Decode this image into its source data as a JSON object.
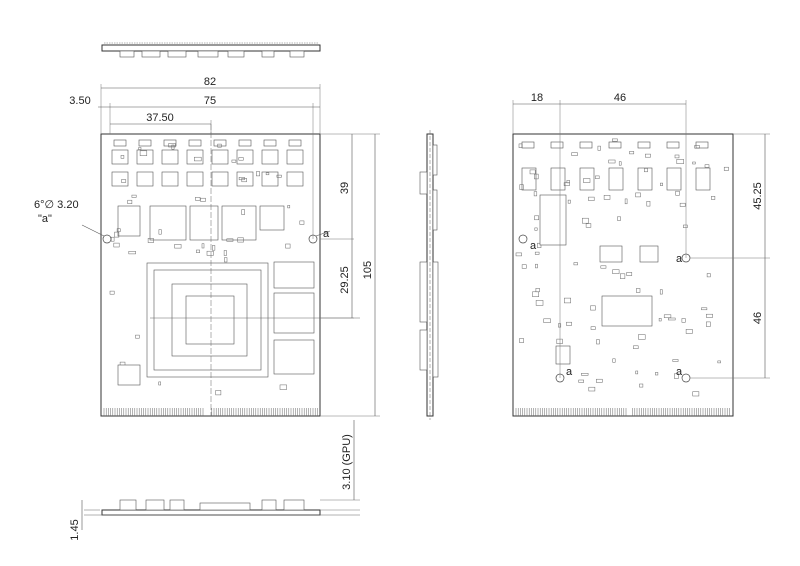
{
  "dimensions": {
    "width": "82",
    "inner": "75",
    "offset_left": "3.50",
    "half": "37.50",
    "hole_from_top": "39",
    "height": "105",
    "gpu_center": "29.25",
    "back_left": "18",
    "back_mid": "46",
    "back_top": "45.25",
    "back_vertical": "46",
    "gpu_height": "3.10 (GPU)",
    "pcb_thickness": "1.45"
  },
  "holes": {
    "spec": "6°∅ 3.20",
    "label": "\"a\"",
    "marker": "a"
  }
}
